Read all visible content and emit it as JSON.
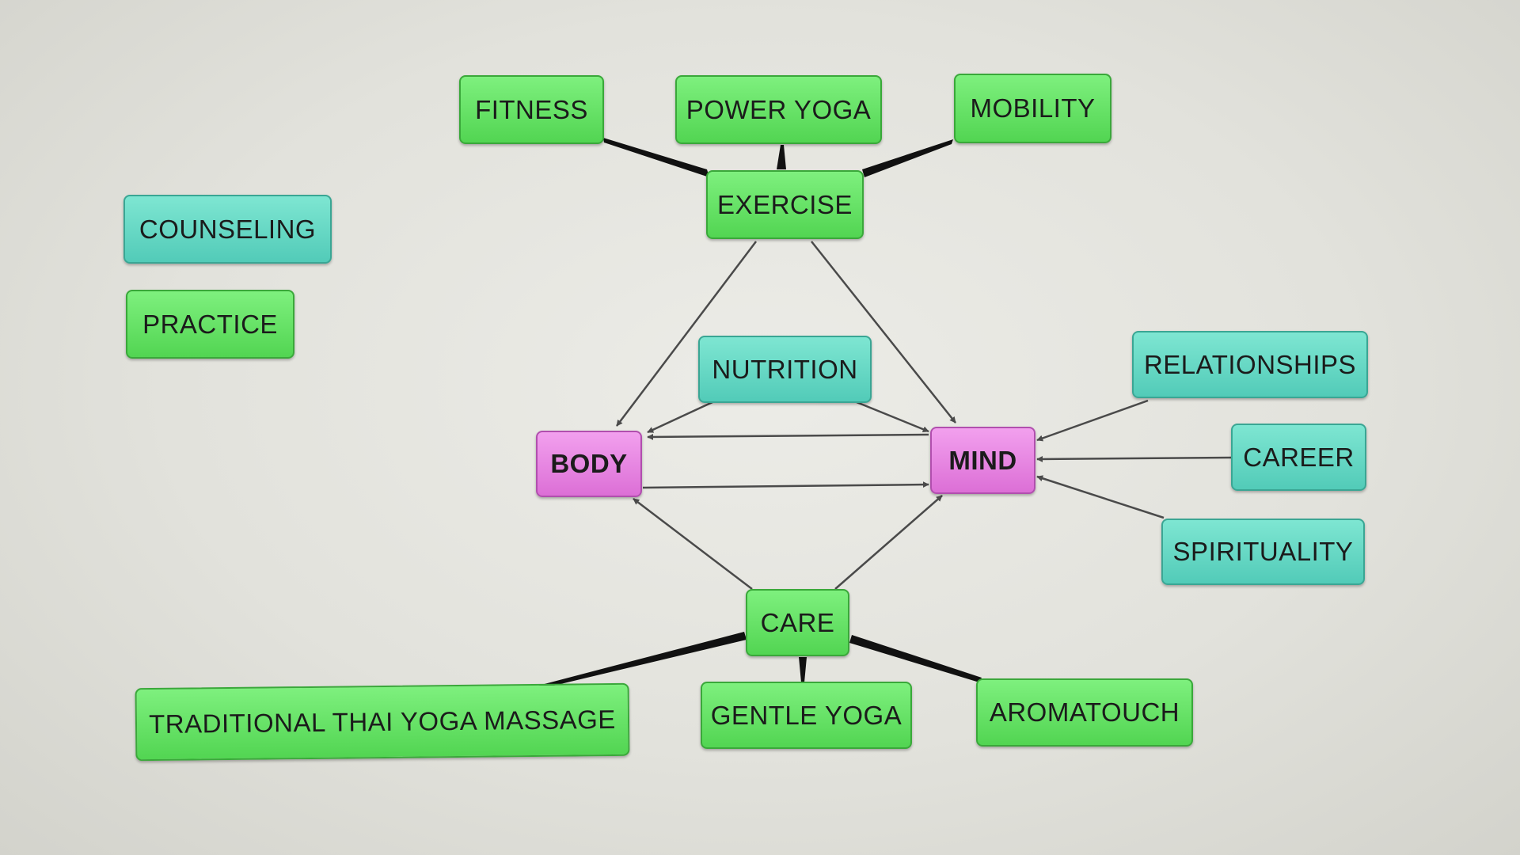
{
  "diagram": {
    "nodes": {
      "fitness": "FITNESS",
      "power_yoga": "POWER YOGA",
      "mobility": "MOBILITY",
      "exercise": "EXERCISE",
      "counseling_legend": "COUNSELING",
      "practice_legend": "PRACTICE",
      "nutrition": "NUTRITION",
      "relationships": "RELATIONSHIPS",
      "body": "BODY",
      "mind": "MIND",
      "career": "CAREER",
      "spirituality": "SPIRITUALITY",
      "care": "CARE",
      "thai_massage": "TRADITIONAL THAI YOGA MASSAGE",
      "gentle_yoga": "GENTLE YOGA",
      "aromatouch": "AROMATOUCH"
    },
    "colors": {
      "practice": "#5fe05f",
      "counseling": "#5fd6c2",
      "core": "#e680e0",
      "edge": "#4a4a4a",
      "background": "#e4e4df"
    },
    "edges": [
      {
        "from": "fitness",
        "to": "exercise",
        "style": "wedge"
      },
      {
        "from": "power_yoga",
        "to": "exercise",
        "style": "wedge"
      },
      {
        "from": "mobility",
        "to": "exercise",
        "style": "wedge"
      },
      {
        "from": "exercise",
        "to": "body",
        "style": "arrow"
      },
      {
        "from": "exercise",
        "to": "mind",
        "style": "arrow"
      },
      {
        "from": "nutrition",
        "to": "body",
        "style": "arrow"
      },
      {
        "from": "nutrition",
        "to": "mind",
        "style": "arrow"
      },
      {
        "from": "mind",
        "to": "body",
        "style": "arrow"
      },
      {
        "from": "body",
        "to": "mind",
        "style": "arrow"
      },
      {
        "from": "relationships",
        "to": "mind",
        "style": "arrow"
      },
      {
        "from": "career",
        "to": "mind",
        "style": "arrow"
      },
      {
        "from": "spirituality",
        "to": "mind",
        "style": "arrow"
      },
      {
        "from": "care",
        "to": "body",
        "style": "arrow"
      },
      {
        "from": "care",
        "to": "mind",
        "style": "arrow"
      },
      {
        "from": "thai_massage",
        "to": "care",
        "style": "wedge"
      },
      {
        "from": "gentle_yoga",
        "to": "care",
        "style": "wedge"
      },
      {
        "from": "aromatouch",
        "to": "care",
        "style": "wedge"
      }
    ]
  }
}
